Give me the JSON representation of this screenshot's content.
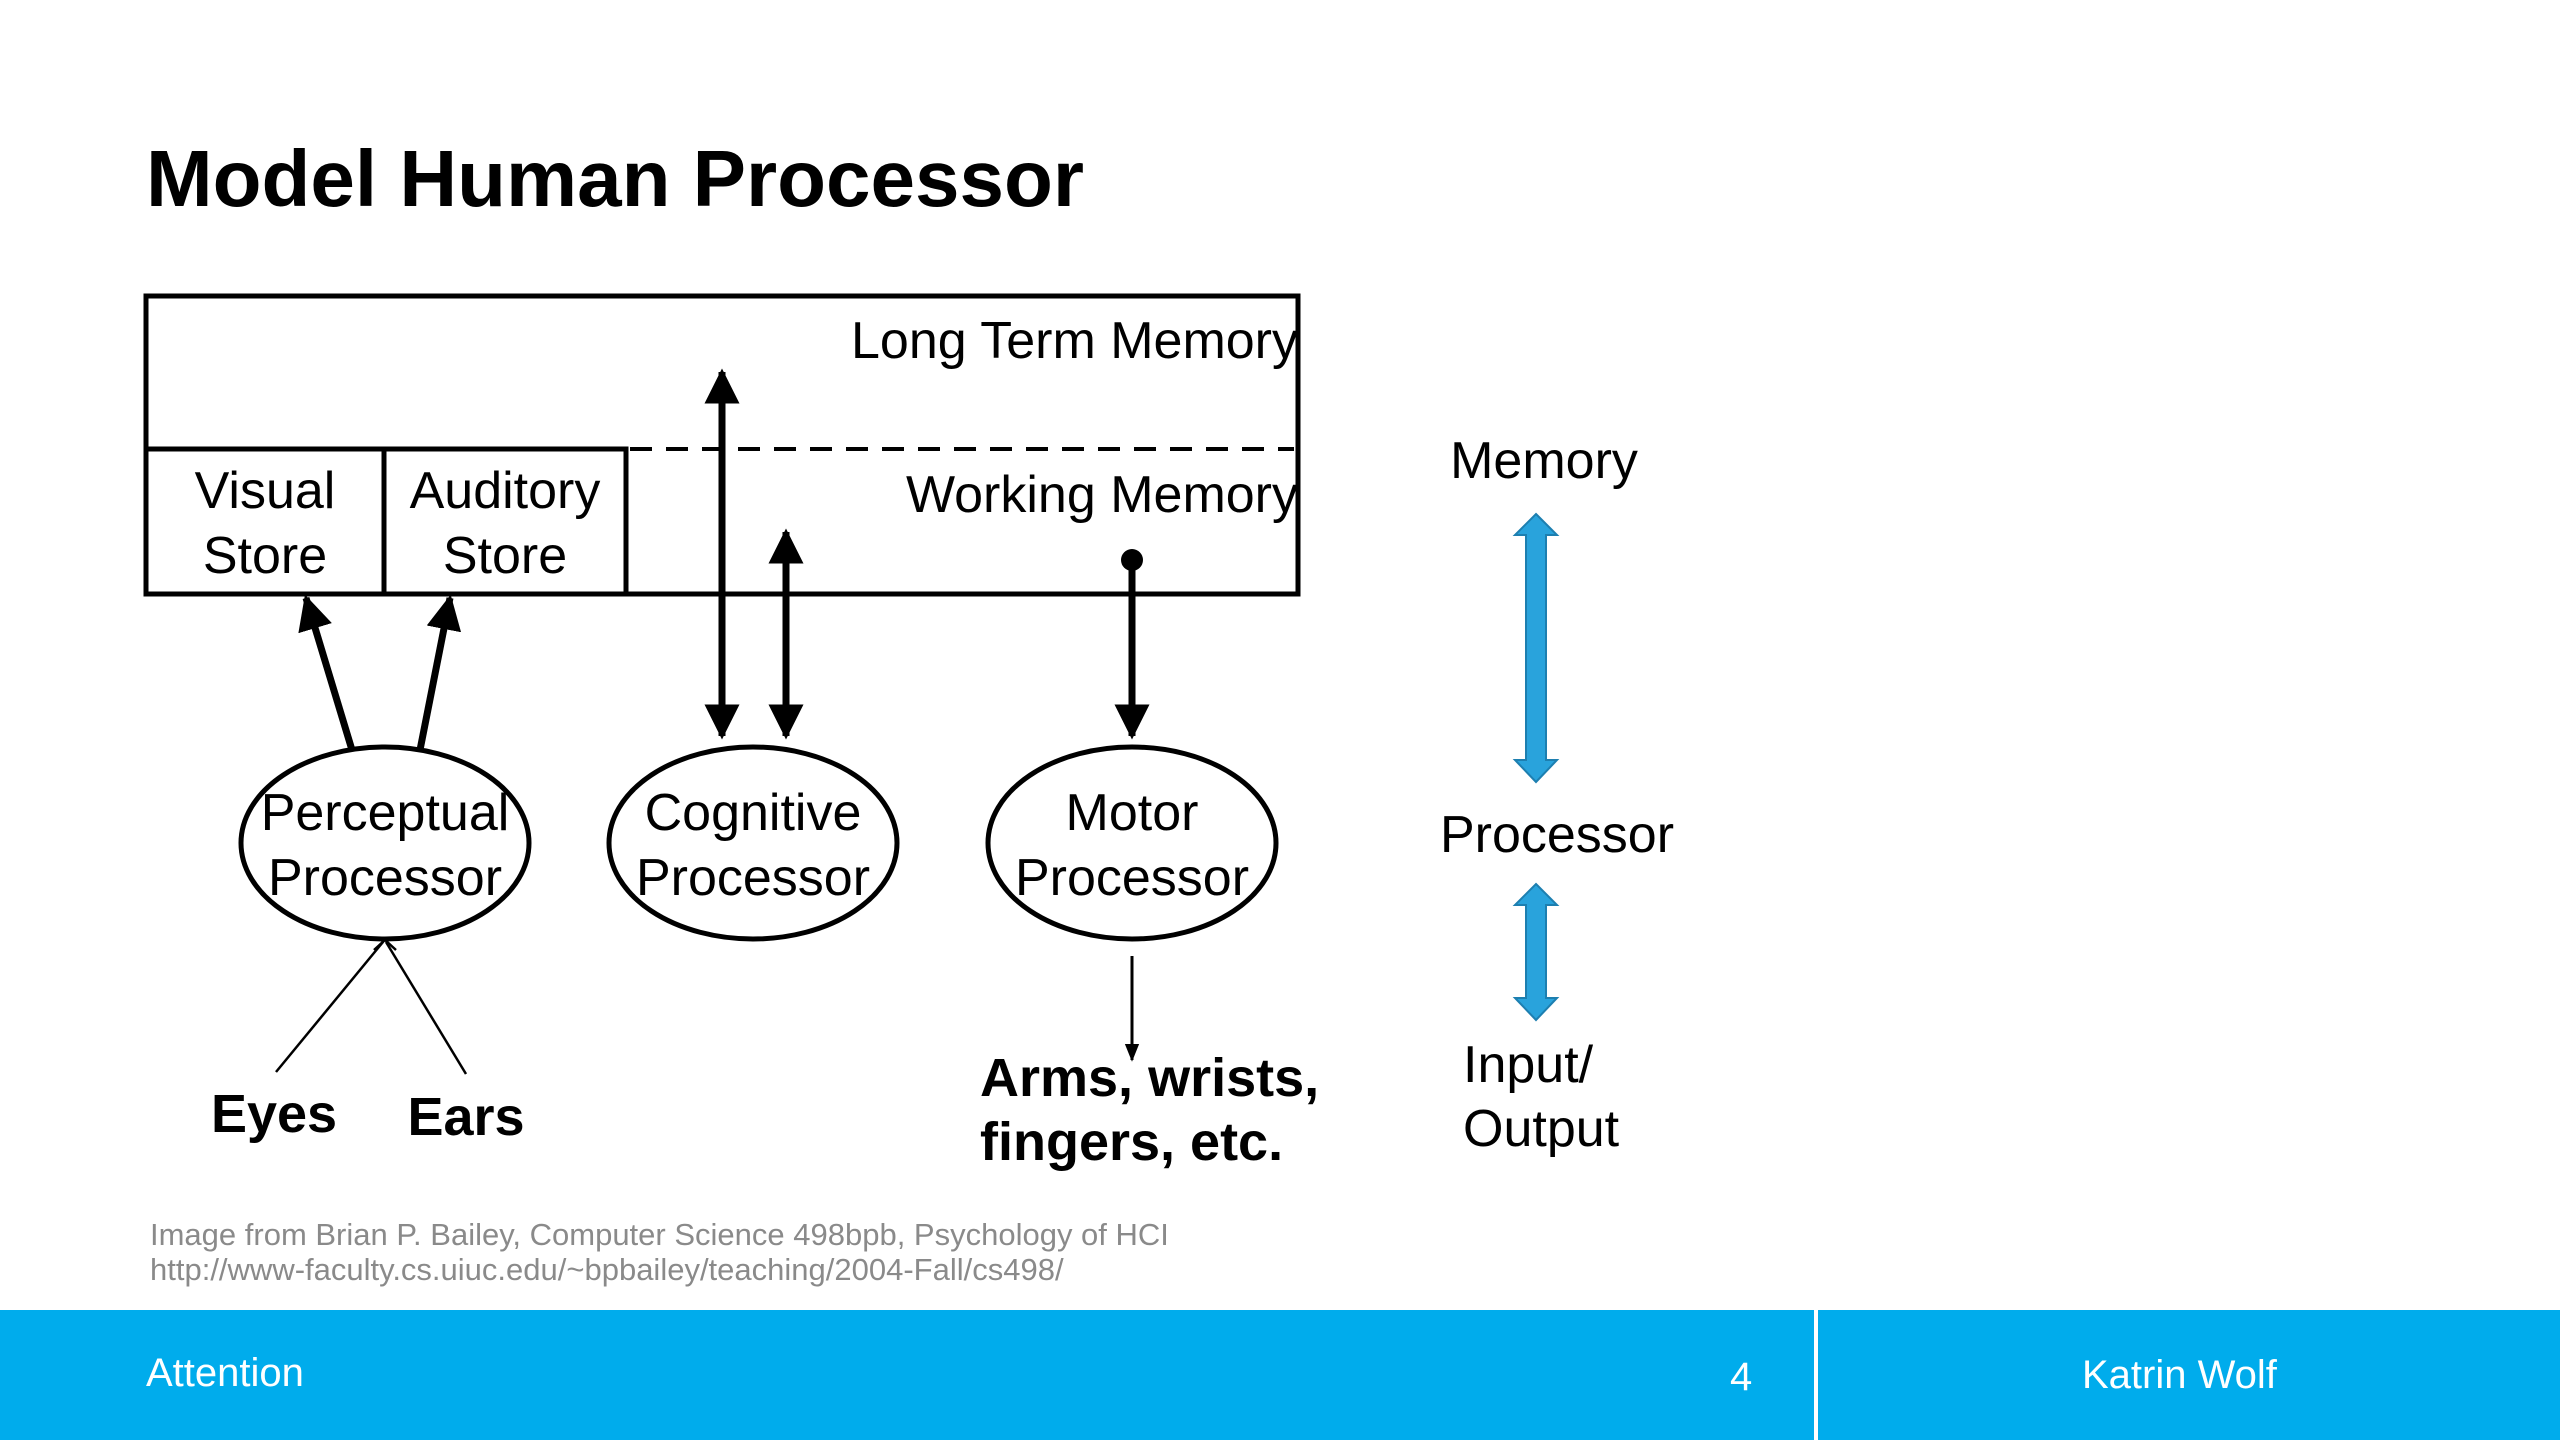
{
  "slide": {
    "title": "Model Human Processor"
  },
  "diagram": {
    "long_term_memory": "Long Term Memory",
    "working_memory": "Working Memory",
    "visual_store": [
      "Visual",
      "Store"
    ],
    "auditory_store": [
      "Auditory",
      "Store"
    ],
    "perceptual_processor": [
      "Perceptual",
      "Processor"
    ],
    "cognitive_processor": [
      "Cognitive",
      "Processor"
    ],
    "motor_processor": [
      "Motor",
      "Processor"
    ],
    "eyes": "Eyes",
    "ears": "Ears",
    "effectors": [
      "Arms, wrists,",
      "fingers, etc."
    ]
  },
  "legend": {
    "memory": "Memory",
    "processor": "Processor",
    "input_output": [
      "Input/",
      "Output"
    ],
    "arrow_color": "#29a3dc"
  },
  "credit": {
    "line1": "Image from Brian P. Bailey, Computer Science 498bpb, Psychology of HCI",
    "line2": "http://www-faculty.cs.uiuc.edu/~bpbailey/teaching/2004-Fall/cs498/"
  },
  "footer": {
    "left": "Attention",
    "page": "4",
    "right": "Katrin Wolf",
    "color": "#00acec"
  }
}
